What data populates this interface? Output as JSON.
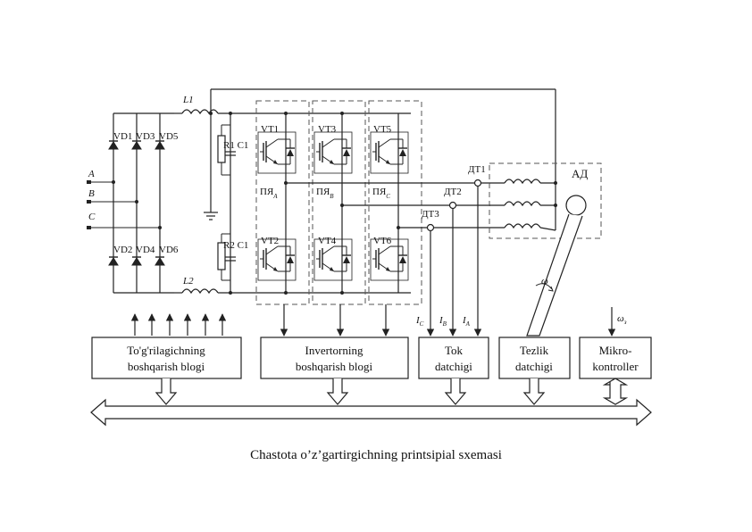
{
  "labels": {
    "L1": "L1",
    "L2": "L2",
    "VD1": "VD1",
    "VD3": "VD3",
    "VD5": "VD5",
    "VD2": "VD2",
    "VD4": "VD4",
    "VD6": "VD6",
    "A": "A",
    "B": "B",
    "C": "C",
    "R1C1": "R1 C1",
    "R2C1": "R2 C1",
    "VT1": "VT1",
    "VT3": "VT3",
    "VT5": "VT5",
    "VT2": "VT2",
    "VT4": "VT4",
    "VT6": "VT6",
    "PYA": "ПЯ",
    "PYA_sub": "A",
    "PYB": "ПЯ",
    "PYB_sub": "B",
    "PYC": "ПЯ",
    "PYC_sub": "C",
    "DT1": "ДТ1",
    "DT2": "ДТ2",
    "DT3": "ДТ3",
    "AD": "АД",
    "omega": "ω",
    "omega3": "ω",
    "omega3_sub": "з",
    "IC": "I",
    "IC_sub": "C",
    "IB": "I",
    "IB_sub": "B",
    "IA": "I",
    "IA_sub": "A"
  },
  "blocks": {
    "rectifier_l1": "To'g'rilagichning",
    "rectifier_l2": "boshqarish blogi",
    "inverter_l1": "Invertorning",
    "inverter_l2": "boshqarish blogi",
    "current_l1": "Tok",
    "current_l2": "datchigi",
    "speed_l1": "Tezlik",
    "speed_l2": "datchigi",
    "micro_l1": "Mikro-",
    "micro_l2": "kontroller"
  },
  "caption": "Chastota o’z’gartirgichning printsipial sxemasi"
}
